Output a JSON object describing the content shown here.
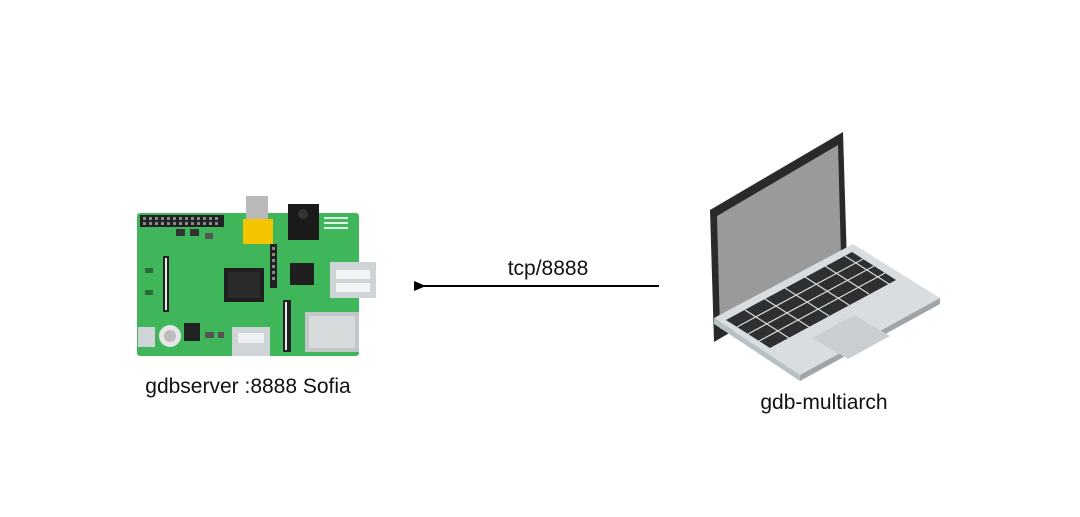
{
  "device": {
    "name": "raspberry-pi-board",
    "label": "gdbserver :8888 Sofia"
  },
  "host": {
    "name": "laptop",
    "label": "gdb-multiarch"
  },
  "connection": {
    "label": "tcp/8888",
    "direction": "host-to-device"
  },
  "colors": {
    "board_pcb": "#3fb65a",
    "board_dark": "#1f7a3a",
    "rca_connector": "#f5c400",
    "laptop_body": "#d7dde0",
    "laptop_screen": "#9a9a9a",
    "arrow": "#000000"
  }
}
